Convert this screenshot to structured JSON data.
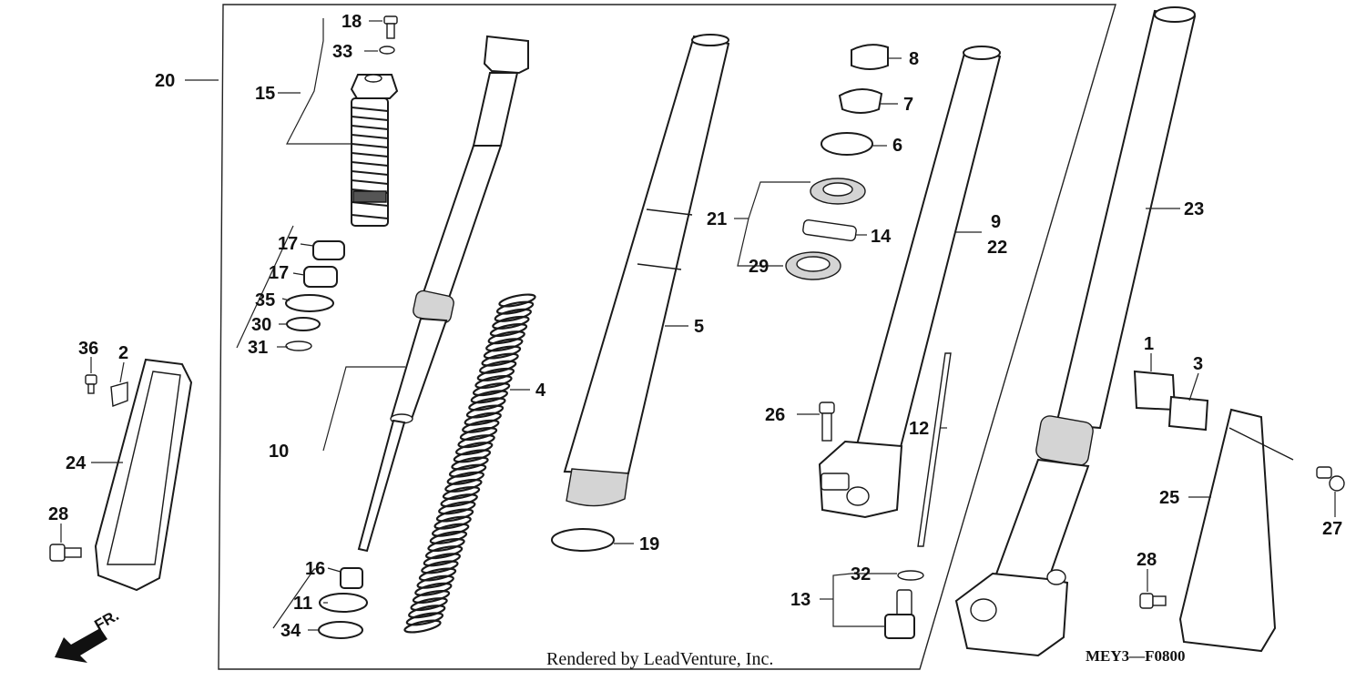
{
  "callouts": {
    "c1": "1",
    "c2": "2",
    "c3": "3",
    "c4": "4",
    "c5": "5",
    "c6": "6",
    "c7": "7",
    "c8": "8",
    "c9": "9",
    "c10": "10",
    "c11": "11",
    "c12": "12",
    "c13": "13",
    "c14": "14",
    "c15": "15",
    "c16": "16",
    "c17a": "17",
    "c17b": "17",
    "c18": "18",
    "c19": "19",
    "c20": "20",
    "c21": "21",
    "c22": "22",
    "c23": "23",
    "c24": "24",
    "c25": "25",
    "c26": "26",
    "c27": "27",
    "c28a": "28",
    "c28b": "28",
    "c29": "29",
    "c30": "30",
    "c31": "31",
    "c32": "32",
    "c33": "33",
    "c34": "34",
    "c35": "35",
    "c36": "36"
  },
  "footer": {
    "credit": "Rendered by LeadVenture, Inc.",
    "diagram_code": "MEY3—F0800",
    "direction_label": "FR."
  }
}
